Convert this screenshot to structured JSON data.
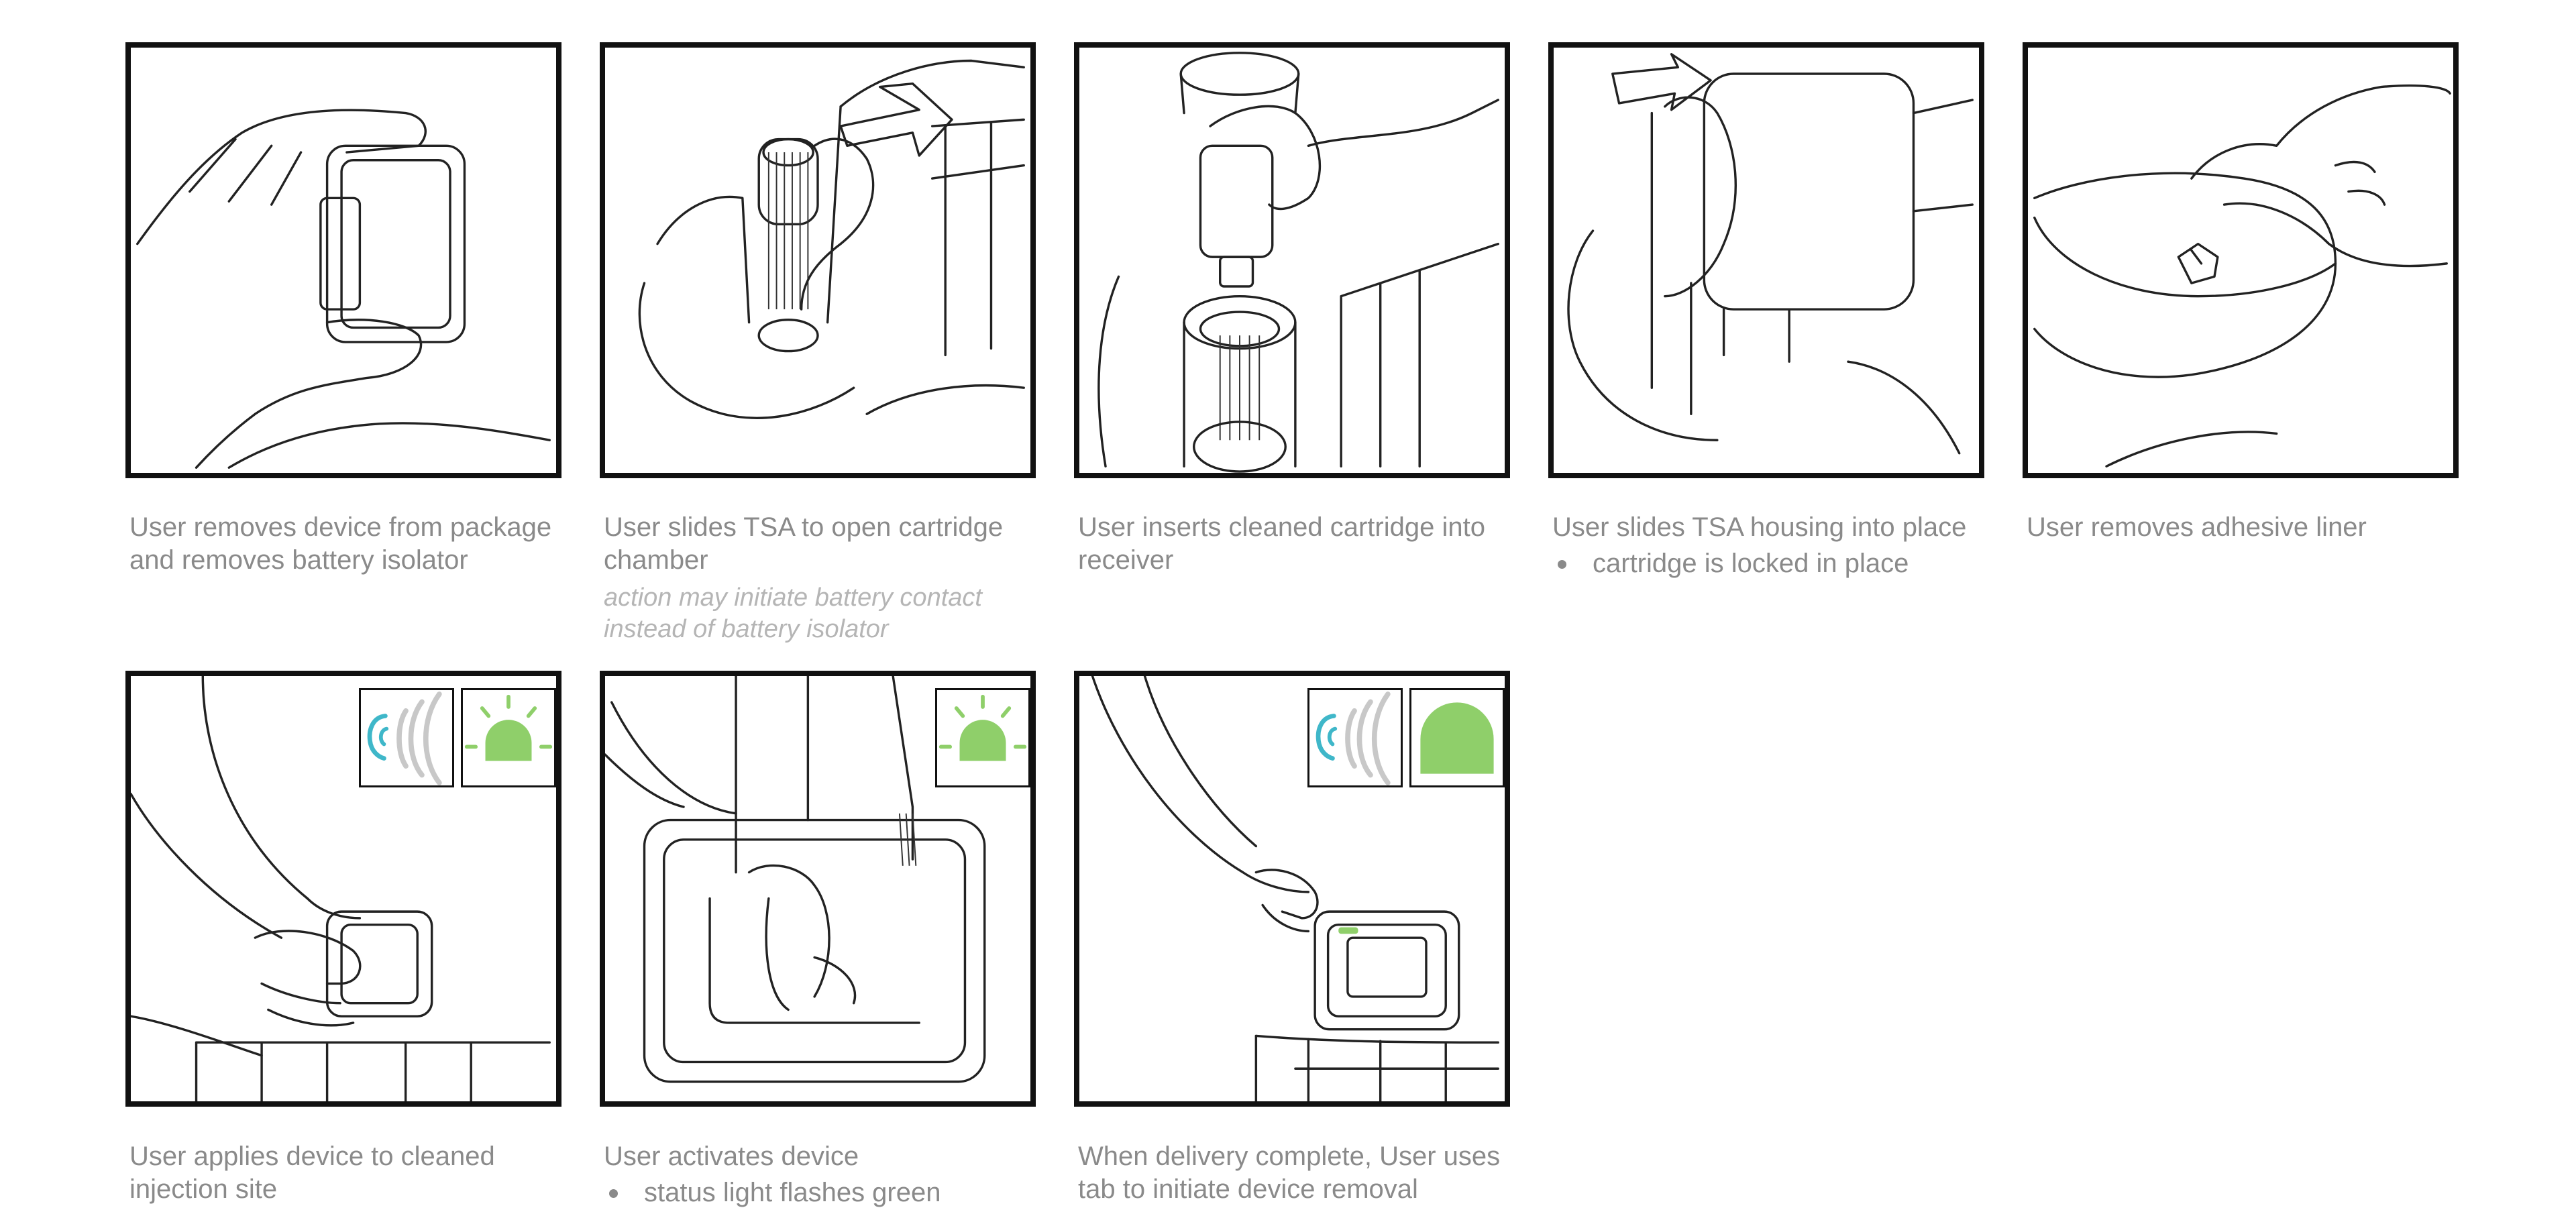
{
  "colors": {
    "accent_green": "#8fcf6a",
    "accent_teal": "#3fb7c9",
    "caption_gray": "#8a8a8a",
    "note_gray": "#b5b5b5",
    "frame": "#111111"
  },
  "steps": [
    {
      "caption": "User removes device from package and removes battery isolator"
    },
    {
      "caption": "User slides TSA to open cartridge chamber",
      "note": "action may initiate battery contact instead of battery isolator"
    },
    {
      "caption": "User inserts cleaned cartridge into receiver"
    },
    {
      "caption": "User slides TSA housing into place",
      "bullet": "cartridge is locked in place"
    },
    {
      "caption": "User removes adhesive liner"
    },
    {
      "caption": "User applies device to cleaned injection site",
      "icons": [
        "sound-icon",
        "status-light-flash-icon"
      ]
    },
    {
      "caption": "User activates device",
      "bullet": "status light flashes green",
      "icons": [
        "status-light-flash-icon"
      ]
    },
    {
      "caption": "When delivery complete, User uses tab to initiate device removal",
      "icons": [
        "sound-icon",
        "status-light-solid-icon"
      ]
    }
  ]
}
